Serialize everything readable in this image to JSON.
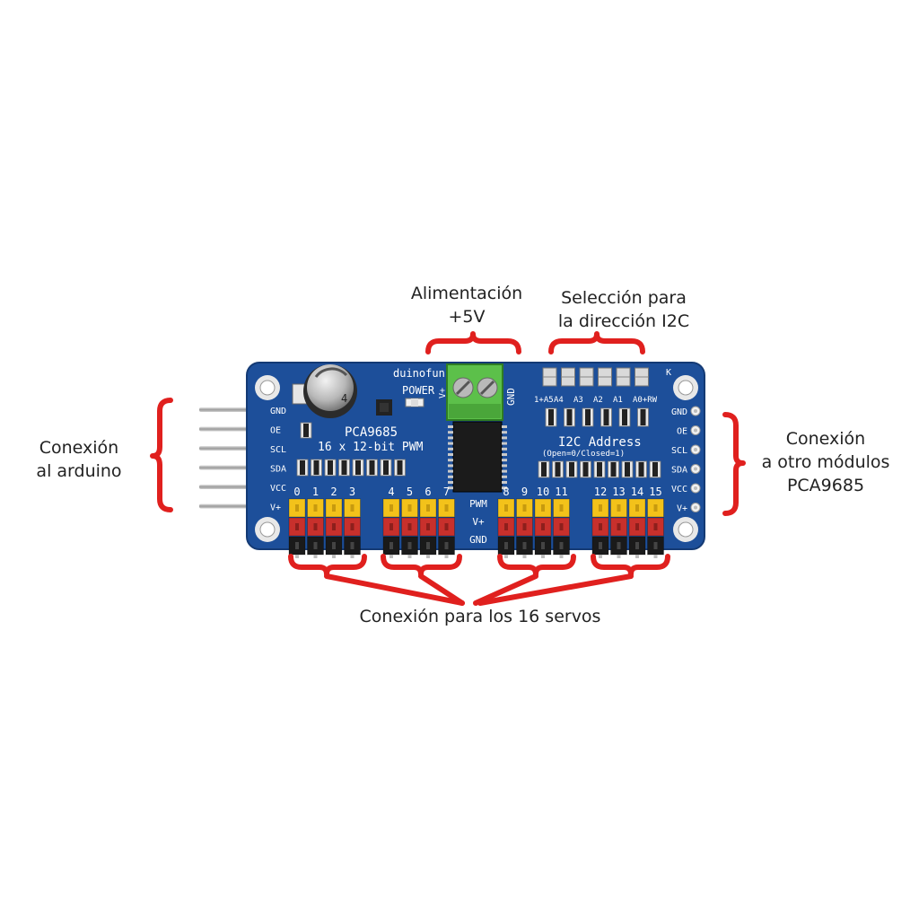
{
  "annotations": {
    "power": [
      "Alimentación",
      "+5V"
    ],
    "i2c": [
      "Selección para",
      "la dirección I2C"
    ],
    "arduino": [
      "Conexión",
      "al arduino"
    ],
    "other": [
      "Conexión",
      "a otro módulos",
      "PCA9685"
    ],
    "servos": "Conexión para los 16 servos"
  },
  "board": {
    "brand": "duinofun",
    "model": "PCA9685",
    "subtitle": "16 x 12-bit PWM",
    "power_led": "POWER",
    "terminal_left": "V+",
    "terminal_right": "GND",
    "i2c_title": "I2C Address",
    "i2c_sub": "(Open=0/Closed=1)",
    "addr_labels": [
      "1+A5",
      "A4",
      "A3",
      "A2",
      "A1",
      "A0+RW"
    ],
    "corner_mark": "K",
    "left_pins": [
      "GND",
      "OE",
      "SCL",
      "SDA",
      "VCC",
      "V+"
    ],
    "right_pins": [
      "GND",
      "OE",
      "SCL",
      "SDA",
      "VCC",
      "V+"
    ],
    "center_rows": [
      "PWM",
      "V+",
      "GND"
    ],
    "channels": [
      "0",
      "1",
      "2",
      "3",
      "4",
      "5",
      "6",
      "7",
      "8",
      "9",
      "10",
      "11",
      "12",
      "13",
      "14",
      "15"
    ]
  },
  "colors": {
    "pcb": "#1d4f9a",
    "bracket": "#e0201e",
    "header_yellow": "#f3c21a",
    "header_red": "#c8302c",
    "header_black": "#1a1a1a",
    "terminal": "#5cc04a"
  }
}
